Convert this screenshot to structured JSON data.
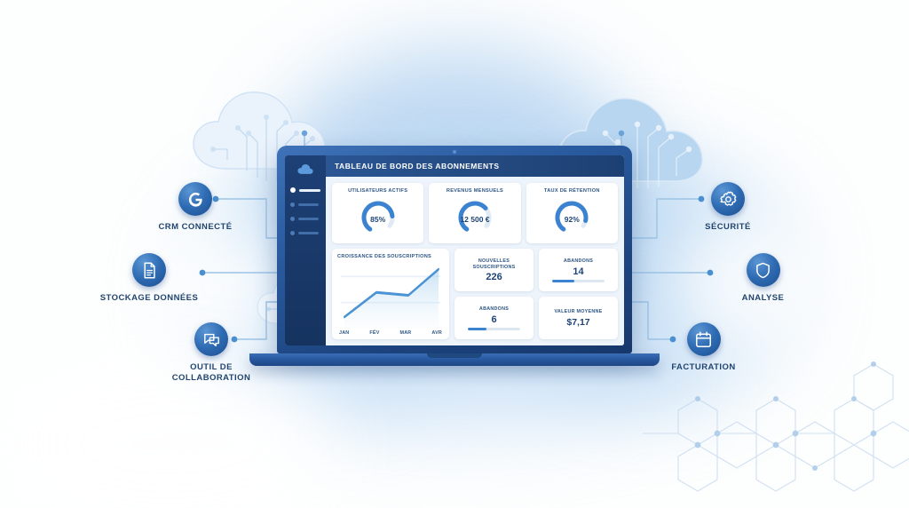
{
  "scene": {
    "title": "Tableau de bord des abonnements - illustration SaaS",
    "accent_dark": "#1d4476",
    "accent_mid": "#2f6cb3",
    "accent_light": "#3b82d0"
  },
  "nodes": {
    "left": [
      {
        "id": "crm",
        "icon": "google-g-icon",
        "label": "CRM CONNECTÉ"
      },
      {
        "id": "storage",
        "icon": "document-icon",
        "label": "STOCKAGE DONNÉES"
      },
      {
        "id": "collab",
        "icon": "chat-bubbles-icon",
        "label": "OUTIL DE\nCOLLABORATION"
      }
    ],
    "right": [
      {
        "id": "security",
        "icon": "gear-icon",
        "label": "SÉCURITÉ"
      },
      {
        "id": "analysis",
        "icon": "shield-icon",
        "label": "ANALYSE"
      },
      {
        "id": "billing",
        "icon": "calendar-icon",
        "label": "FACTURATION"
      }
    ]
  },
  "dashboard": {
    "logo_icon": "cloud-icon",
    "header_title": "TABLEAU DE BORD DES ABONNEMENTS",
    "sidebar_items": [
      {
        "active": true,
        "name": "nav-item-1"
      },
      {
        "active": false,
        "name": "nav-item-2"
      },
      {
        "active": false,
        "name": "nav-item-3"
      },
      {
        "active": false,
        "name": "nav-item-4"
      }
    ],
    "kpis": [
      {
        "label": "UTILISATEURS ACTIFS",
        "value": "85%",
        "percent": 85
      },
      {
        "label": "REVENUS MENSUELS",
        "value": "12 500 €",
        "percent": 72
      },
      {
        "label": "TAUX DE RÉTENTION",
        "value": "92%",
        "percent": 92
      }
    ],
    "stats": [
      {
        "label": "NOUVELLES SOUSCRIPTIONS",
        "value": "226",
        "bar": null
      },
      {
        "label": "ABANDONS",
        "value": "14",
        "bar": 42
      },
      {
        "label": "ABANDONS",
        "value": "6",
        "bar": 36
      },
      {
        "label": "VALEUR MOYENNE",
        "value": "$7,17",
        "bar": null
      }
    ]
  },
  "chart_data": {
    "type": "line",
    "title": "CROISSANCE DES SOUSCRIPTIONS",
    "categories": [
      "JAN",
      "FÉV",
      "MAR",
      "AVR"
    ],
    "values": [
      18,
      58,
      52,
      96
    ],
    "xlabel": "",
    "ylabel": "",
    "ylim": [
      0,
      100
    ],
    "grid": false,
    "legend": "none",
    "area_fill": true,
    "line_color": "#4a93d4"
  }
}
